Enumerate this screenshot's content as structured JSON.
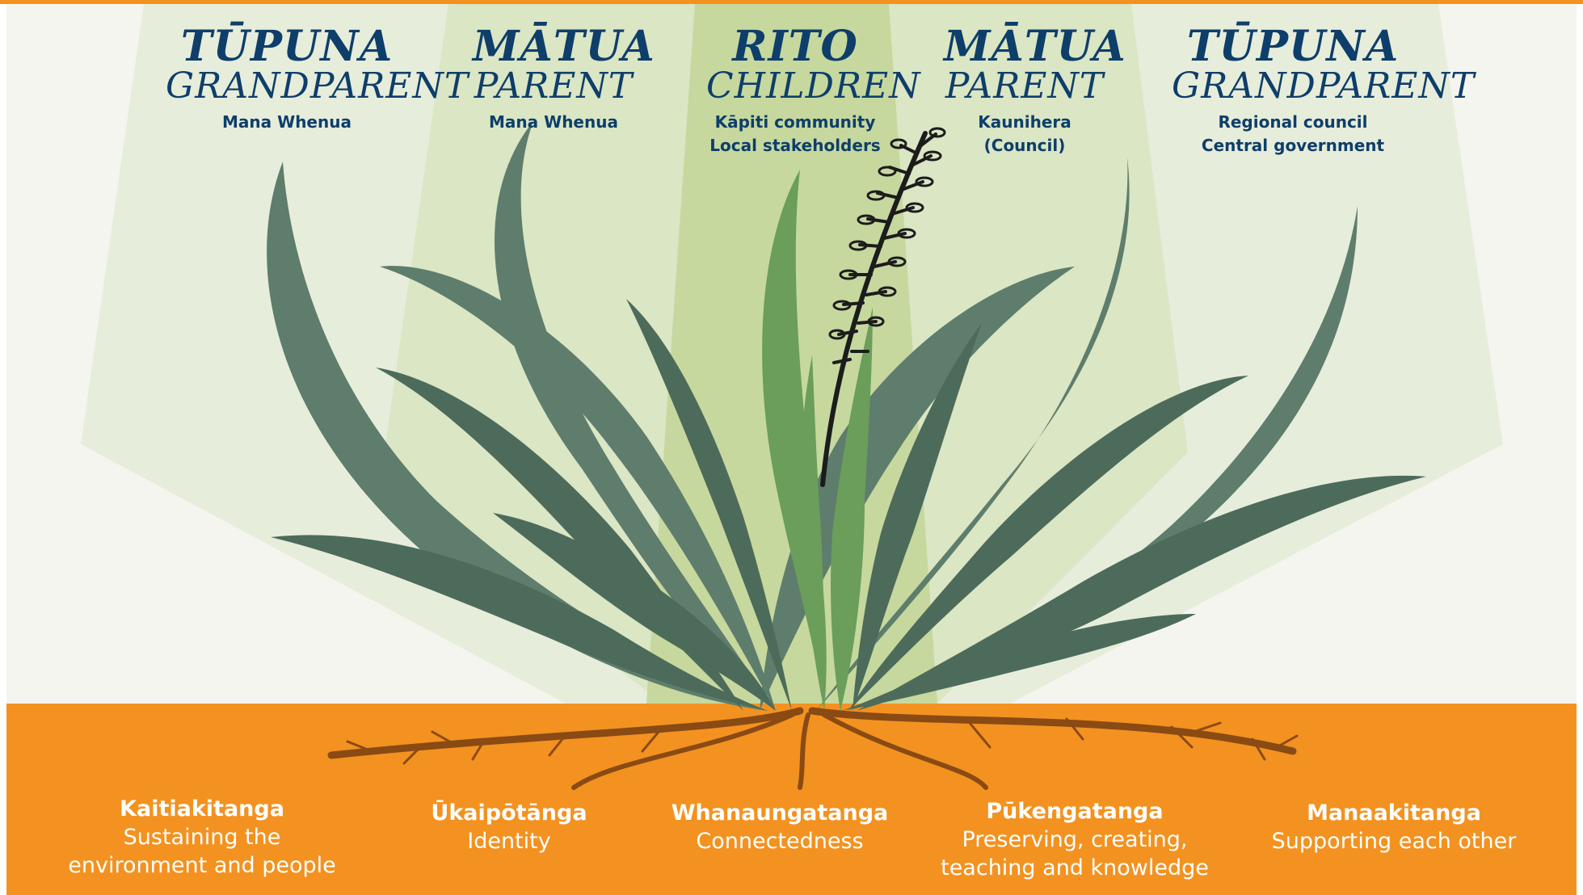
{
  "colors": {
    "accent_orange": "#f39220",
    "title_navy": "#0e3e6a",
    "leaf_green": "#4d6b5a",
    "light_rays": "#dfe8cc"
  },
  "tiers": [
    {
      "maori": "Tūpuna",
      "english": "Grandparent",
      "groups": [
        "Mana Whenua"
      ]
    },
    {
      "maori": "Mātua",
      "english": "Parent",
      "groups": [
        "Mana Whenua"
      ]
    },
    {
      "maori": "Rito",
      "english": "Children",
      "groups": [
        "Kāpiti community",
        "Local stakeholders"
      ]
    },
    {
      "maori": "Mātua",
      "english": "Parent",
      "groups": [
        "Kaunihera",
        "(Council)"
      ]
    },
    {
      "maori": "Tūpuna",
      "english": "Grandparent",
      "groups": [
        "Regional council",
        "Central government"
      ]
    }
  ],
  "values": [
    {
      "name": "Kaitiakitanga",
      "lines": [
        "Sustaining the",
        "environment and people"
      ]
    },
    {
      "name": "Ūkaipōtānga",
      "lines": [
        "Identity"
      ]
    },
    {
      "name": "Whanaungatanga",
      "lines": [
        "Connectedness"
      ]
    },
    {
      "name": "Pūkengatanga",
      "lines": [
        "Preserving, creating,",
        "teaching and knowledge"
      ]
    },
    {
      "name": "Manaakitanga",
      "lines": [
        "Supporting each other"
      ]
    }
  ]
}
